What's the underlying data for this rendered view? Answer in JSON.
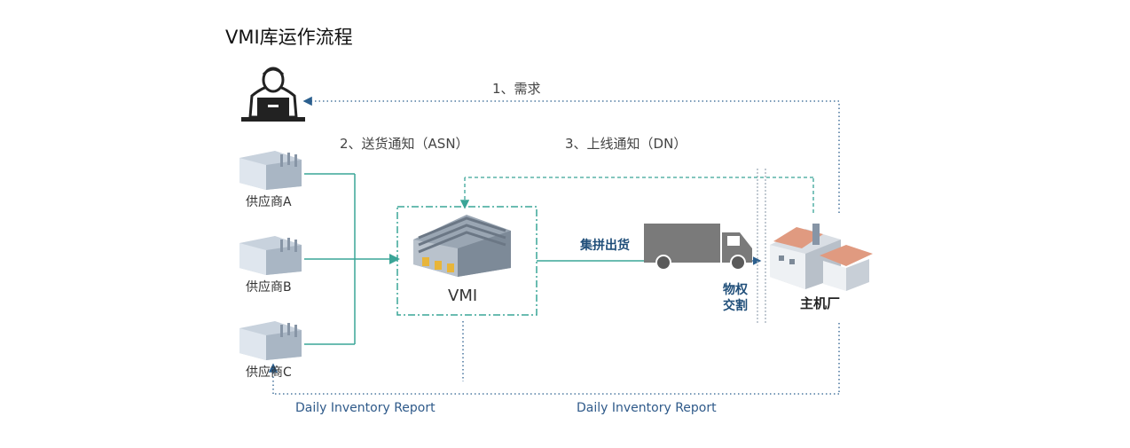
{
  "title": "VMI库运作流程",
  "steps": {
    "demand": "1、需求",
    "asn": "2、送货通知（ASN）",
    "dn": "3、上线通知（DN）"
  },
  "suppliers": [
    "供应商A",
    "供应商B",
    "供应商C"
  ],
  "vmi_label": "VMI",
  "consolidated_shipment": "集拼出货",
  "ownership_transfer": [
    "物权",
    "交割"
  ],
  "oem_label": "主机厂",
  "report_left": "Daily Inventory Report",
  "report_right": "Daily Inventory Report",
  "colors": {
    "green_line": "#3aa597",
    "blue_dotted": "#2b5f8e",
    "text_blue": "#1f4e79"
  },
  "icons": [
    "user-at-computer-icon",
    "factory-icon",
    "warehouse-icon",
    "truck-icon",
    "plant-building-icon"
  ]
}
